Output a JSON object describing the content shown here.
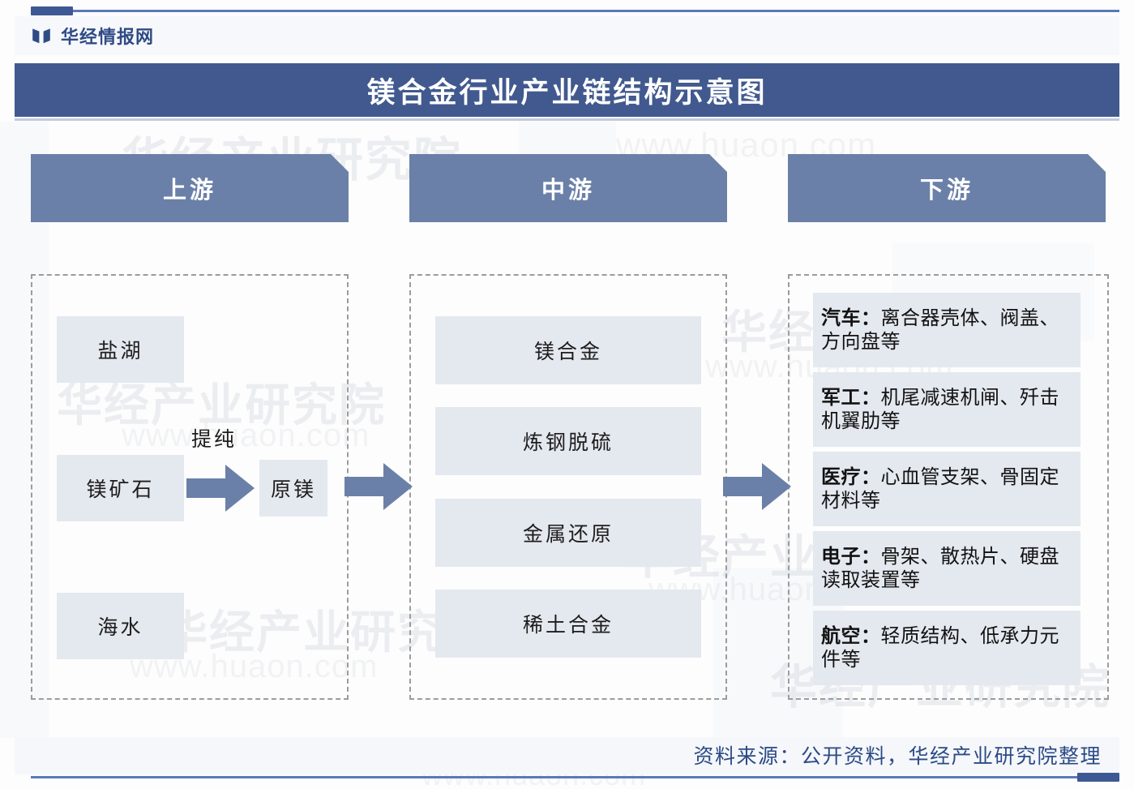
{
  "brand": {
    "name": "华经情报网",
    "icon": "open-book-icon"
  },
  "header": {
    "title": "镁合金行业产业链结构示意图"
  },
  "stages": [
    {
      "key": "upstream",
      "label": "上游"
    },
    {
      "key": "midstream",
      "label": "中游"
    },
    {
      "key": "downstream",
      "label": "下游"
    }
  ],
  "upstream": {
    "sources": [
      "盐湖",
      "镁矿石",
      "海水"
    ],
    "process_label": "提纯",
    "output": "原镁"
  },
  "midstream": {
    "items": [
      "镁合金",
      "炼钢脱硫",
      "金属还原",
      "稀土合金"
    ]
  },
  "downstream": {
    "items": [
      {
        "category": "汽车",
        "sep": "：",
        "detail": "离合器壳体、阀盖、方向盘等"
      },
      {
        "category": "军工",
        "sep": "：",
        "detail": "机尾减速机闸、歼击机翼肋等"
      },
      {
        "category": "医疗",
        "sep": "：",
        "detail": "心血管支架、骨固定材料等"
      },
      {
        "category": "电子",
        "sep": "：",
        "detail": "骨架、散热片、硬盘读取装置等"
      },
      {
        "category": "航空",
        "sep": "：",
        "detail": "轻质结构、低承力元件等"
      }
    ]
  },
  "footer": {
    "source": "资料来源：公开资料，华经产业研究院整理"
  },
  "watermarks": {
    "institute": "华经产业研究院",
    "site": "www.huaon.com"
  },
  "colors": {
    "title_bar": "#41598f",
    "banner": "#6b80a8",
    "arrow": "#6b80a8",
    "item_box": "#e4e8ef",
    "dashed_border": "#9c9c9c",
    "brand_text": "#2f4b86",
    "rule": "#5b79ba",
    "source_text": "#2b4a86"
  }
}
